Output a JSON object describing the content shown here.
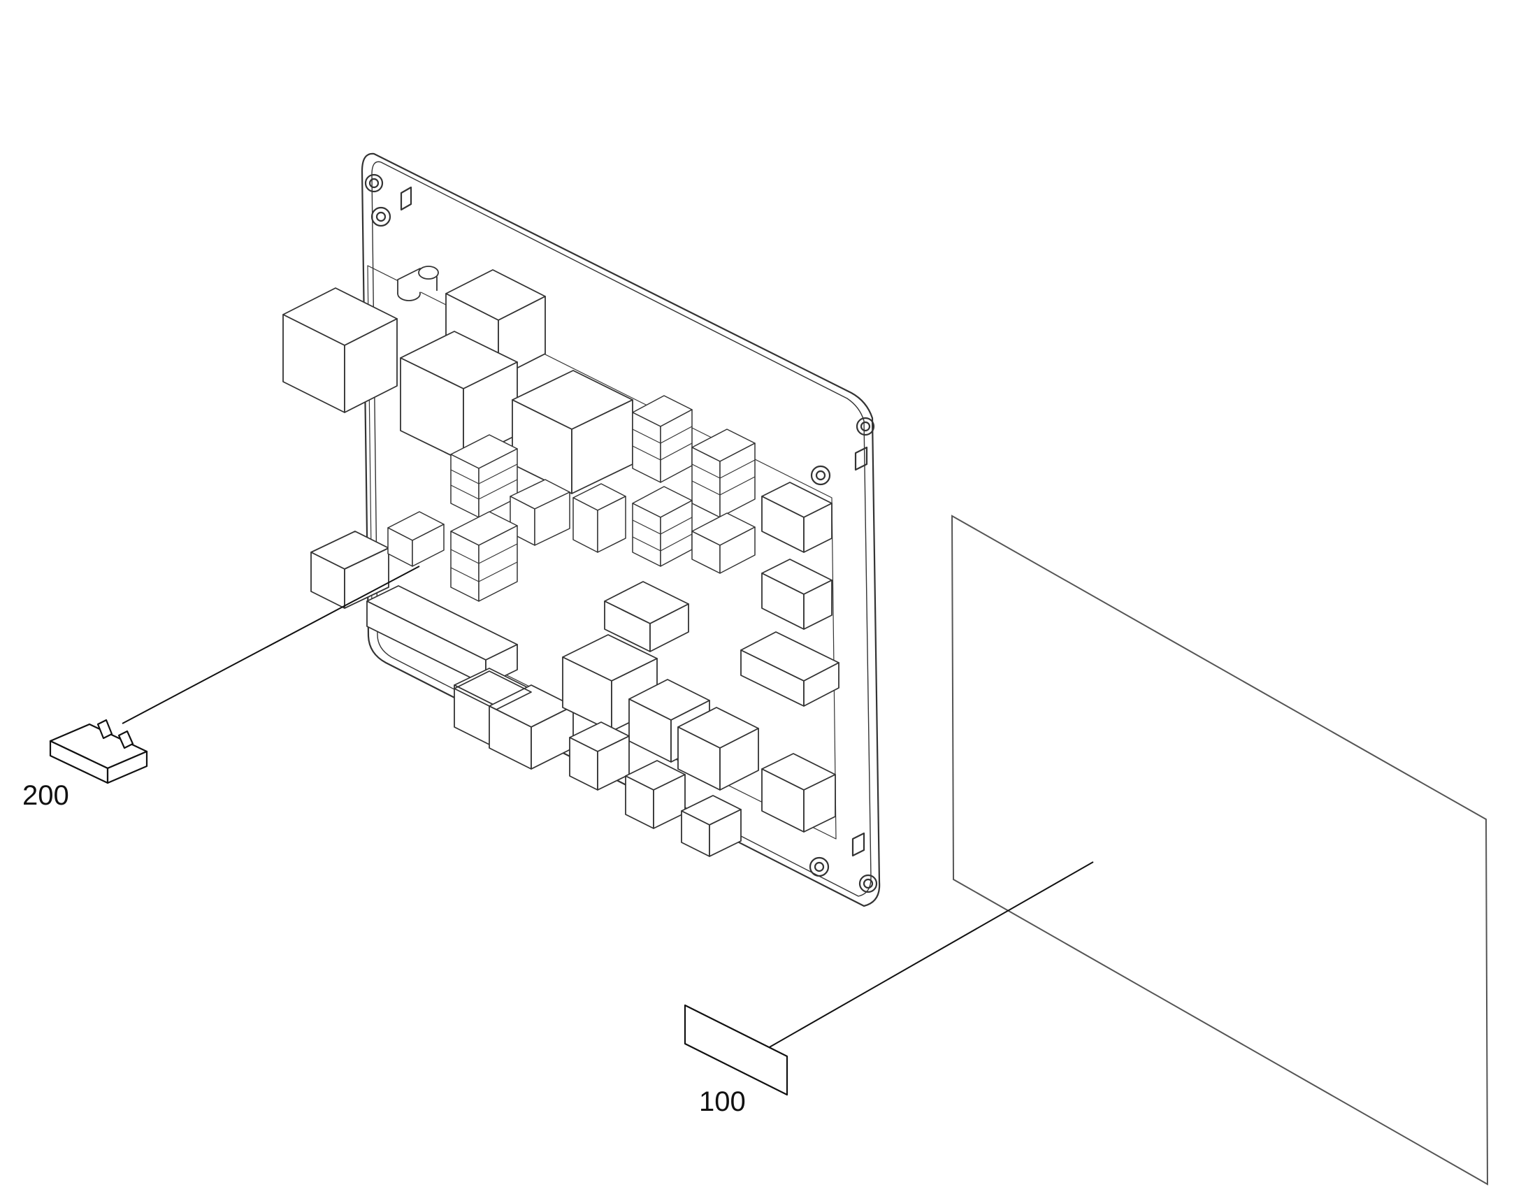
{
  "diagram": {
    "line_color": "#333333",
    "light_line_color": "#555555",
    "background": "#ffffff",
    "callouts": [
      {
        "id": "fuse",
        "label": "200"
      },
      {
        "id": "label-plate",
        "label": "100"
      }
    ]
  }
}
